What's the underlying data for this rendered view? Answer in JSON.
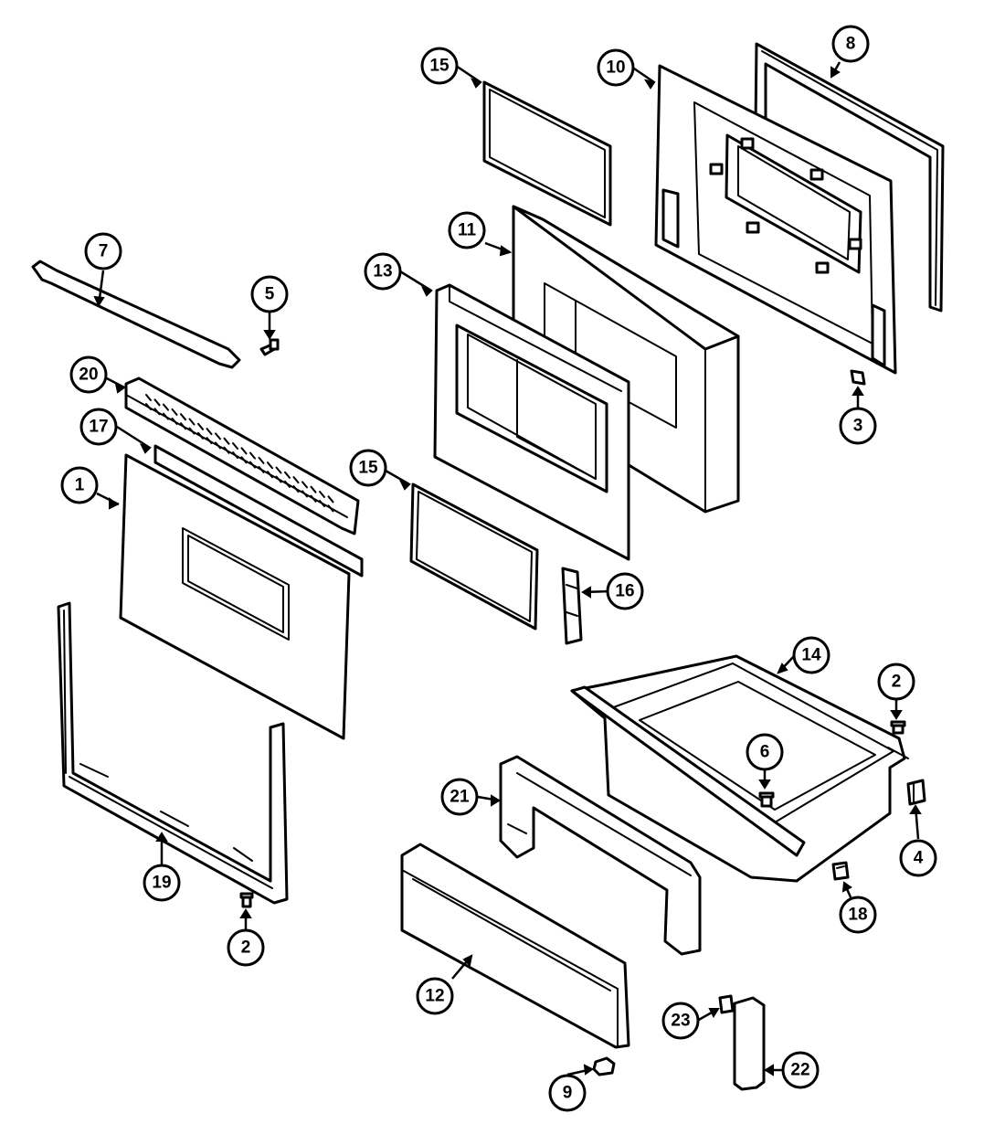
{
  "diagram": {
    "callouts": [
      {
        "id": "c1",
        "label": "1"
      },
      {
        "id": "c2a",
        "label": "2"
      },
      {
        "id": "c2b",
        "label": "2"
      },
      {
        "id": "c3",
        "label": "3"
      },
      {
        "id": "c4",
        "label": "4"
      },
      {
        "id": "c5",
        "label": "5"
      },
      {
        "id": "c6",
        "label": "6"
      },
      {
        "id": "c7",
        "label": "7"
      },
      {
        "id": "c8",
        "label": "8"
      },
      {
        "id": "c9",
        "label": "9"
      },
      {
        "id": "c10",
        "label": "10"
      },
      {
        "id": "c11",
        "label": "11"
      },
      {
        "id": "c12",
        "label": "12"
      },
      {
        "id": "c13",
        "label": "13"
      },
      {
        "id": "c14",
        "label": "14"
      },
      {
        "id": "c15a",
        "label": "15"
      },
      {
        "id": "c15b",
        "label": "15"
      },
      {
        "id": "c16",
        "label": "16"
      },
      {
        "id": "c17",
        "label": "17"
      },
      {
        "id": "c18",
        "label": "18"
      },
      {
        "id": "c19",
        "label": "19"
      },
      {
        "id": "c20",
        "label": "20"
      },
      {
        "id": "c21",
        "label": "21"
      },
      {
        "id": "c22",
        "label": "22"
      },
      {
        "id": "c23",
        "label": "23"
      }
    ]
  }
}
